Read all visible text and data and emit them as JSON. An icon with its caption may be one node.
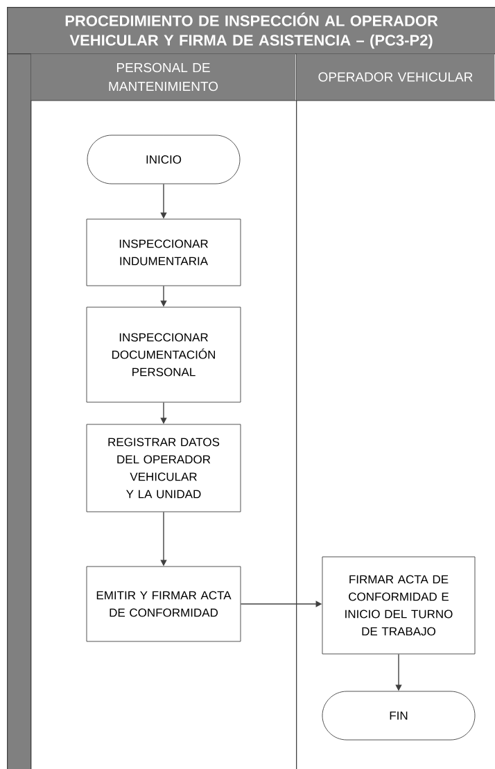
{
  "diagram": {
    "title": "PROCEDIMIENTO DE INSPECCIÓN AL OPERADOR VEHICULAR Y FIRMA DE ASISTENCIA – (PC3-P2)",
    "nodes": [
      {
        "text": [],
        "shape": "bar"
      },
      {
        "text": [
          "PERSONAL DE MANTENIMIENTO"
        ]
      },
      {
        "text": [
          "OPERADOR VEHICULAR"
        ]
      },
      {
        "text": [
          "INICIO"
        ],
        "in": 1
      },
      {
        "text": [
          "INSPECCIONAR INDUMENTARIA"
        ],
        "in": 1
      },
      {
        "text": [
          "INSPECCIONAR DOCUMENTACIÓN PERSONAL"
        ],
        "in": 1
      },
      {
        "text": [
          "REGISTRAR DATOS DEL OPERADOR VEHICULAR Y LA UNIDAD"
        ],
        "in": 1
      },
      {
        "text": [
          "EMITIR Y FIRMAR ACTA DE CONFORMIDAD"
        ],
        "in": 1
      },
      {
        "text": [
          "FIRMAR ACTA DE CONFORMIDAD E INICIO DEL TURNO DE TRABAJO"
        ],
        "in": 2
      },
      {
        "text": [
          "FIN"
        ],
        "in": 2
      }
    ],
    "edges": [
      {
        "from": 3,
        "to": 4,
        "arrow": "to"
      },
      {
        "from": 4,
        "to": 5,
        "arrow": "to"
      },
      {
        "from": 5,
        "to": 6,
        "arrow": "to"
      },
      {
        "from": 6,
        "to": 7,
        "arrow": "to"
      },
      {
        "from": 7,
        "to": 8,
        "arrow": "to"
      },
      {
        "from": 8,
        "to": 9,
        "arrow": "to"
      }
    ]
  }
}
